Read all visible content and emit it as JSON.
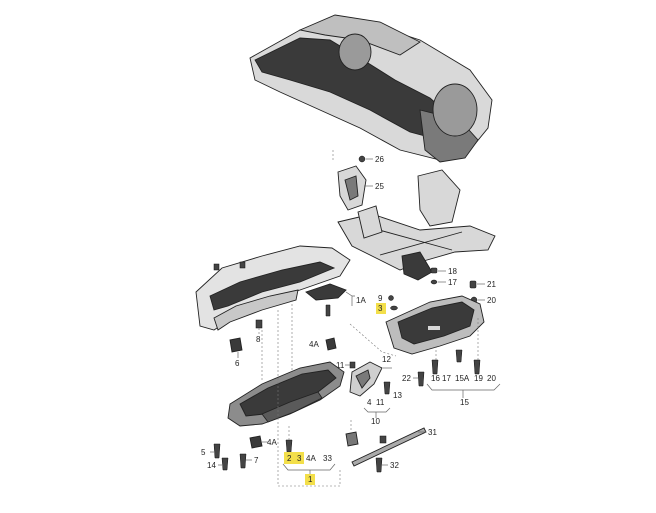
{
  "diagram": {
    "callouts": {
      "c26": "26",
      "c25": "25",
      "c18": "18",
      "c17": "17",
      "c21": "21",
      "c20": "20",
      "c9": "9",
      "c3a": "3",
      "c1A": "1A",
      "c8": "8",
      "c4A_top": "4A",
      "c11_top": "11",
      "c12": "12",
      "c16": "16",
      "c17b": "17",
      "c15A": "15A",
      "c19": "19",
      "c20b": "20",
      "c15": "15",
      "c22": "22",
      "c13": "13",
      "c4_mid": "4",
      "c11_mid": "11",
      "c10": "10",
      "c6": "6",
      "c5": "5",
      "c14": "14",
      "c7": "7",
      "c4A_mid": "4A",
      "c2": "2",
      "c3b": "3",
      "c4A_bot": "4A",
      "c33": "33",
      "c1": "1",
      "c31": "31",
      "c32": "32"
    },
    "highlight_color": "#f3df4a"
  }
}
